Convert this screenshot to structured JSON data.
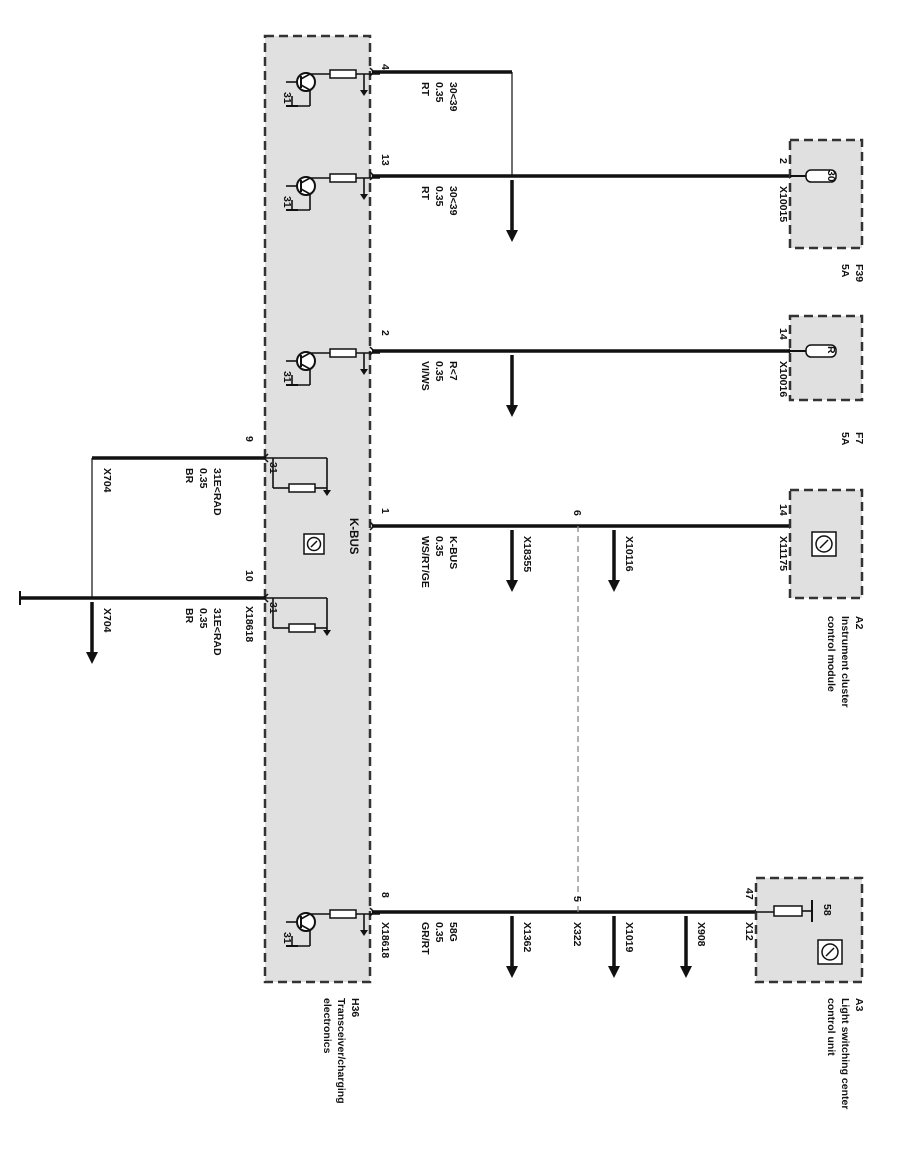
{
  "modules": {
    "h36": {
      "id": "H36",
      "name": "Transceiver/charging electronics",
      "line1": "Transceiver/charging",
      "line2": "electronics"
    },
    "f39": {
      "id": "F39",
      "rating": "5A",
      "terminal": "30"
    },
    "f7": {
      "id": "F7",
      "rating": "5A",
      "terminal": "R"
    },
    "a2": {
      "id": "A2",
      "line1": "Instrument cluster",
      "line2": "control module"
    },
    "a3": {
      "id": "A3",
      "line1": "Light switching center",
      "line2": "control unit",
      "terminal": "58"
    }
  },
  "kbus_label": "K-BUS",
  "internal": {
    "ground_pin": "31"
  },
  "circuits": {
    "c1": {
      "pin": "4",
      "l1": "30<39",
      "l2": "0.35",
      "l3": "RT"
    },
    "c2": {
      "pin": "13",
      "l1": "30<39",
      "l2": "0.35",
      "l3": "RT",
      "far_pin": "2",
      "far_conn": "X10015"
    },
    "c3": {
      "pin": "2",
      "l1": "R<7",
      "l2": "0.35",
      "l3": "VI/WS",
      "far_pin": "14",
      "far_conn": "X10016"
    },
    "c4": {
      "pin": "1",
      "l1": "K-BUS",
      "l2": "0.35",
      "l3": "WS/RT/GE",
      "conn": "X18355",
      "splice_pin": "6",
      "branch_conn": "X10116",
      "far_pin": "14",
      "far_conn": "X11175"
    },
    "c5": {
      "pin": "8",
      "conn": "X18618",
      "l1": "58G",
      "l2": "0.35",
      "l3": "GR/RT",
      "branch1": "X1362",
      "splice_pin": "5",
      "splice_conn": "X322",
      "branch2": "X1019",
      "branch3": "X908",
      "far_pin": "47",
      "far_conn": "X12"
    },
    "g1": {
      "pin": "9",
      "l1": "31E<RAD",
      "l2": "0.35",
      "l3": "BR",
      "conn": "X704"
    },
    "g2": {
      "pin": "10",
      "conn_near": "X18618",
      "l1": "31E<RAD",
      "l2": "0.35",
      "l3": "BR",
      "conn": "X704"
    }
  }
}
